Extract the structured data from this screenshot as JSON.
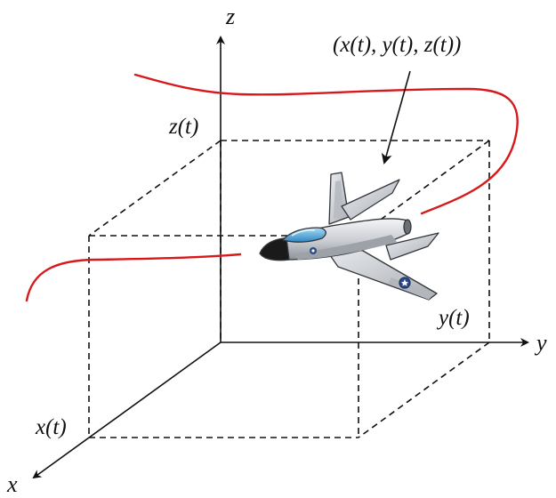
{
  "axes": {
    "x_label": "x",
    "y_label": "y",
    "z_label": "z"
  },
  "coordinates": {
    "x_t": "x(t)",
    "y_t": "y(t)",
    "z_t": "z(t)",
    "position": "(x(t), y(t), z(t))"
  },
  "colors": {
    "trajectory": "#d7191c",
    "lines": "#111111",
    "fuselage": "#d6d8dc",
    "cockpit": "#4fa9d9",
    "nose": "#1a1a1a",
    "insignia": "#2c4a86"
  },
  "icons": {
    "aircraft": "jet-airplane-icon"
  }
}
